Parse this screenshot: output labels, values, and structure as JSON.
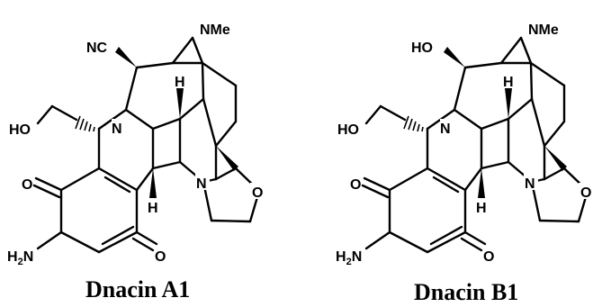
{
  "molecules": [
    {
      "name": "Dnacin A1",
      "top_left_group": "NC",
      "top_right_group": "NMe",
      "labels": {
        "ho": "HO",
        "n_ring": "N",
        "h_top": "H",
        "h_bottom": "H",
        "n_oxaz": "N",
        "o_oxaz": "O",
        "o_ketone_left": "O",
        "o_ketone_bottom": "O",
        "amine": "H",
        "amine_sub": "2",
        "amine_n": "N"
      }
    },
    {
      "name": "Dnacin B1",
      "top_left_group": "HO",
      "top_right_group": "NMe",
      "labels": {
        "ho": "HO",
        "n_ring": "N",
        "h_top": "H",
        "h_bottom": "H",
        "n_oxaz": "N",
        "o_oxaz": "O",
        "o_ketone_left": "O",
        "o_ketone_bottom": "O",
        "amine": "H",
        "amine_sub": "2",
        "amine_n": "N"
      }
    }
  ]
}
